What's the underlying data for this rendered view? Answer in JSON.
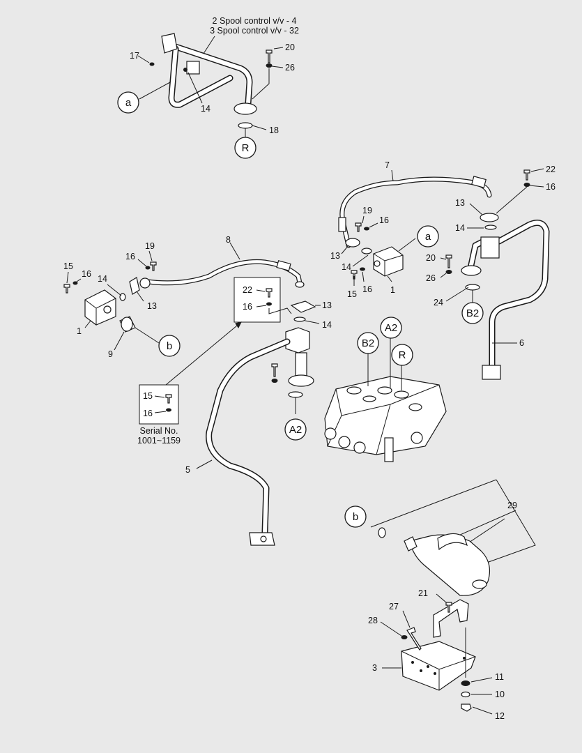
{
  "diagram": {
    "header_line1": "2 Spool control v/v - 4",
    "header_line2": "3 Spool control v/v - 32",
    "serial_label": "Serial No.",
    "serial_range": "1001~1159",
    "bubbles": {
      "a_top": "a",
      "r_top": "R",
      "a_valve": "a",
      "b2_right": "B2",
      "b_left": "b",
      "a2_mid": "A2",
      "b2_mcv": "B2",
      "a2_mcv": "A2",
      "r_mcv": "R",
      "b_filter": "b"
    },
    "callouts": {
      "c17": "17",
      "c20_top": "20",
      "c26_top": "26",
      "c14_top": "14",
      "c18": "18",
      "c7": "7",
      "c22_right": "22",
      "c16_right": "16",
      "c13_right": "13",
      "c14_right": "14",
      "c20_right": "20",
      "c26_right": "26",
      "c24": "24",
      "c6": "6",
      "c19_v": "19",
      "c16_v1": "16",
      "c13_v": "13",
      "c14_v": "14",
      "c15_v": "15",
      "c16_v2": "16",
      "c1_v": "1",
      "c8": "8",
      "c19_l": "19",
      "c16_l1": "16",
      "c15_l": "15",
      "c16_l2": "16",
      "c14_l": "14",
      "c13_l": "13",
      "c1_l": "1",
      "c9": "9",
      "c22_box": "22",
      "c16_box": "16",
      "c13_mid": "13",
      "c14_mid": "14",
      "c15_box": "15",
      "c16_box2": "16",
      "c5": "5",
      "c29": "29",
      "c21": "21",
      "c27": "27",
      "c28": "28",
      "c3": "3",
      "c11": "11",
      "c10": "10",
      "c12": "12"
    }
  }
}
